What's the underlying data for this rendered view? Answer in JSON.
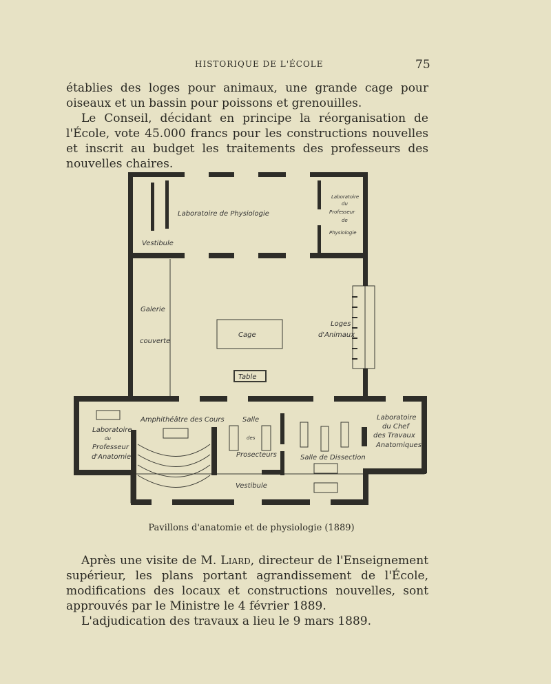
{
  "header": {
    "running_title": "HISTORIQUE DE L'ÉCOLE",
    "page_number": "75"
  },
  "top_text": {
    "p1": "établies des loges pour animaux, une grande cage pour oiseaux et un bassin pour poissons et grenouilles.",
    "p2": "Le Conseil, décidant en principe la réorganisation de l'École, vote 45.000 francs pour les constructions nouvelles et inscrit au budget les traitements des professeurs des nouvelles chaires."
  },
  "plan": {
    "labels": {
      "lab_physio": "Laboratoire de Physiologie",
      "lab_prof_physio_1": "Laboratoire",
      "lab_prof_physio_2": "du",
      "lab_prof_physio_3": "Professeur",
      "lab_prof_physio_4": "de",
      "lab_prof_physio_5": "Physiologie",
      "vestibule_top": "Vestibule",
      "galerie_1": "Galerie",
      "galerie_2": "couverte",
      "cage": "Cage",
      "table": "Table",
      "loges_1": "Loges",
      "loges_2": "d'Animaux",
      "lab_anat_1": "Laboratoire",
      "lab_anat_2": "du",
      "lab_anat_3": "Professeur",
      "lab_anat_4": "d'Anatomie",
      "amphi": "Amphithéâtre des Cours",
      "salle_pros_1": "Salle",
      "salle_pros_2": "des",
      "salle_pros_3": "Prosecteurs",
      "dissection": "Salle de Dissection",
      "chef_1": "Laboratoire",
      "chef_2": "du Chef",
      "chef_3": "des Travaux",
      "chef_4": "Anatomiques",
      "vestibule_bottom": "Vestibule"
    }
  },
  "caption": "Pavillons d'anatomie et de physiologie (1889)",
  "bottom_text": {
    "p1_a": "Après une visite de M. ",
    "p1_name": "Liard",
    "p1_b": ", directeur de l'Enseignement supérieur, les plans portant agrandissement de l'École, modifications des locaux et constructions nouvelles, sont approuvés par le Ministre le 4 février 1889.",
    "p2": "L'adjudication des travaux a lieu le 9 mars 1889."
  }
}
